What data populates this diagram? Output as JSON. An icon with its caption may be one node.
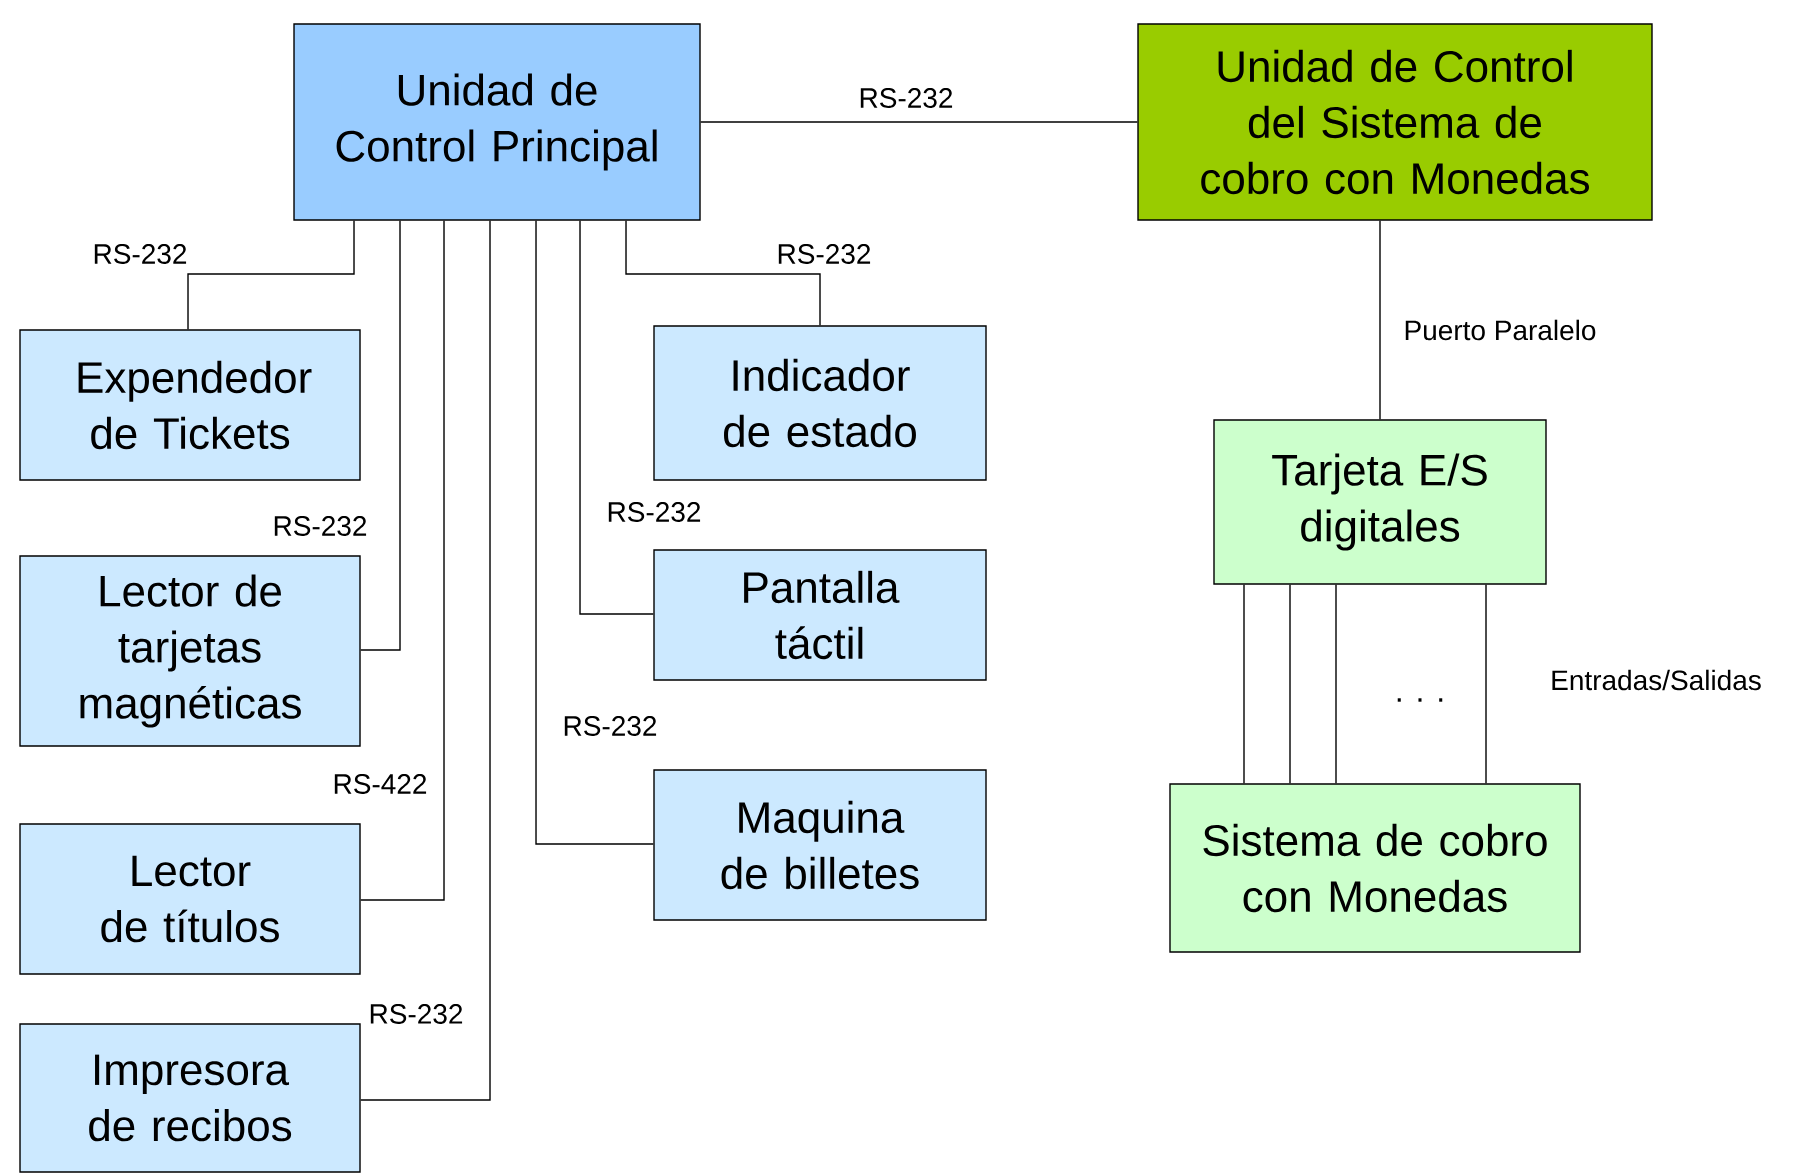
{
  "diagram": {
    "nodes": [
      {
        "text": [
          "Unidad de Control Principal"
        ]
      },
      {
        "text": [
          "Unidad de Control del Sistema de cobro con Monedas"
        ]
      },
      {
        "text": [
          "Expendedor de Tickets"
        ]
      },
      {
        "text": [
          "Indicador de estado"
        ]
      },
      {
        "text": [
          "Lector de tarjetas magnéticas"
        ]
      },
      {
        "text": [
          "Pantalla táctil"
        ]
      },
      {
        "text": [
          "Lector de títulos"
        ]
      },
      {
        "text": [
          "Maquina de billetes"
        ]
      },
      {
        "text": [
          "Impresora de recibos"
        ]
      },
      {
        "text": [
          "Tarjeta E/S digitales"
        ]
      },
      {
        "text": [
          "Sistema de cobro con Monedas"
        ]
      }
    ],
    "edges": [
      {
        "from": 0,
        "to": 1,
        "arrow": "none",
        "label": "RS-232"
      },
      {
        "from": 0,
        "to": 2,
        "arrow": "none",
        "label": "RS-232"
      },
      {
        "from": 0,
        "to": 3,
        "arrow": "none",
        "label": "RS-232"
      },
      {
        "from": 0,
        "to": 4,
        "arrow": "none",
        "label": "RS-232"
      },
      {
        "from": 0,
        "to": 5,
        "arrow": "none",
        "label": "RS-232"
      },
      {
        "from": 0,
        "to": 6,
        "arrow": "none",
        "label": "RS-422"
      },
      {
        "from": 0,
        "to": 7,
        "arrow": "none",
        "label": "RS-232"
      },
      {
        "from": 0,
        "to": 8,
        "arrow": "none",
        "label": "RS-232"
      },
      {
        "from": 1,
        "to": 9,
        "arrow": "none",
        "label": "Puerto Paralelo"
      },
      {
        "from": 9,
        "to": 10,
        "arrow": "none"
      },
      {
        "from": 9,
        "to": 10,
        "arrow": "none"
      },
      {
        "from": 9,
        "to": 10,
        "arrow": "none"
      },
      {
        "from": 9,
        "to": 10,
        "arrow": "none",
        "label": "Entradas/Salidas"
      }
    ],
    "labels": [
      ". . ."
    ]
  }
}
